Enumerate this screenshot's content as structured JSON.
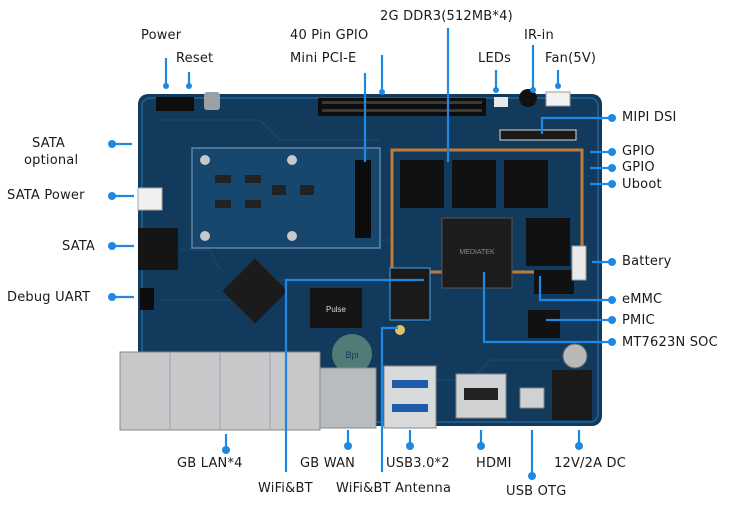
{
  "accent_color": "#1e88e5",
  "board_color": "#123a5c",
  "labels": {
    "power": "Power",
    "reset": "Reset",
    "gpio40": "40 Pin GPIO",
    "minipcie": "Mini PCI-E",
    "ddr3": "2G DDR3(512MB*4)",
    "leds": "LEDs",
    "irin": "IR-in",
    "fan": "Fan(5V)",
    "mipi": "MIPI DSI",
    "gpio_a": "GPIO",
    "gpio_b": "GPIO",
    "uboot": "Uboot",
    "sata_opt_1": "SATA",
    "sata_opt_2": "optional",
    "sata_power": "SATA Power",
    "sata": "SATA",
    "debug_uart": "Debug UART",
    "battery": "Battery",
    "emmc": "eMMC",
    "pmic": "PMIC",
    "soc": "MT7623N SOC",
    "gblan": "GB LAN*4",
    "gbwan": "GB WAN",
    "usb3": "USB3.0*2",
    "hdmi": "HDMI",
    "dc": "12V/2A DC",
    "wifibt": "WiFi&BT",
    "wifiant": "WiFi&BT Antenna",
    "usbotg": "USB OTG"
  },
  "chip_marks": {
    "soc_text": "MEDIATEK",
    "eth_text": "Pulse",
    "logo_text": "Bpi"
  }
}
